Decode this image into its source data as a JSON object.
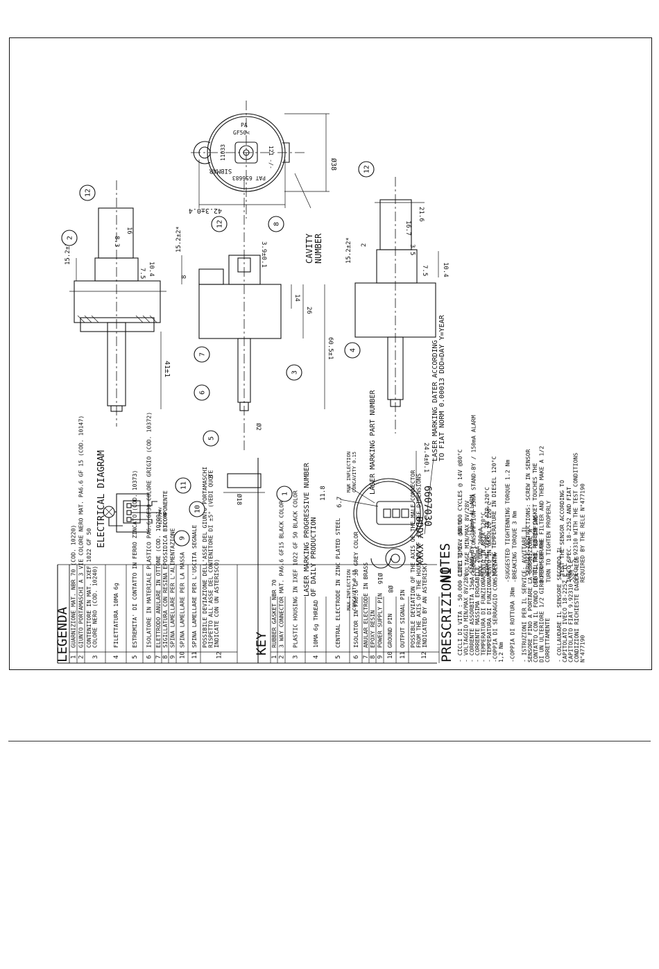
{
  "legenda": {
    "title": "LEGENDA",
    "rows": [
      {
        "n": "1",
        "t": "GUARNIZIONE MAT. NBR 70  (COD. 10220)"
      },
      {
        "n": "2",
        "t": "GIUNTO PORTAMASCHI A 3 VIE  COLORE NERO MAT. PA6.6 GF 15 (COD. 10147)"
      },
      {
        "n": "3",
        "t": "CONTENITORE IN MAT. IXEF 1022 GF 50|COLORE NERO (COD. 10240)"
      },
      {
        "n": "4",
        "t": "FILETTATURA 10MA 6g"
      },
      {
        "n": "5",
        "t": "ESTREMITA' DI CONTATTO IN FERRO ZINCATO (COD. 10373)"
      },
      {
        "n": "6",
        "t": "ISOLATORE IN MATERIALE PLASTICO PA6.6 GF30 COLORE GRIGIO (COD. 10372)"
      },
      {
        "n": "7",
        "t": "ELETTRODO ANULARE IN OTTONE (COD. 10209)"
      },
      {
        "n": "8",
        "t": "SIGILLATURA CON RESINA EPOSSIDICA BICOMPONENTE"
      },
      {
        "n": "9",
        "t": "SPINA LAMELLARE PER L'ALIMENTAZIONE"
      },
      {
        "n": "10",
        "t": "SPINA LAMELLARE PER LA MASSA"
      },
      {
        "n": "11",
        "t": "SPINA LAMELLARE PER L'USCITA SEGNALE"
      },
      {
        "n": "12",
        "t": "POSSIBILE DEVIAZIONE DELL'ASSE DEL GIUNTO PORTAMASCHI|RISPETTO ALL'ASSE DEL CONTENITORE DI ±5° (VEDI QUOTE|INDICATE CON UN ASTERISCO)"
      }
    ]
  },
  "key": {
    "title": "KEY",
    "rows": [
      {
        "n": "1",
        "t": "RUBBER GASKET NBR 70"
      },
      {
        "n": "2",
        "t": "3 WAY CONNECTOR MAT. PA6.6 GF15 BLACK COLOR"
      },
      {
        "n": "3",
        "t": "PLASTIC HOUSING IN IXEF 1022 GF 50 BLACK COLOR"
      },
      {
        "n": "4",
        "t": "10MA 6g THREAD"
      },
      {
        "n": "5",
        "t": "CENTRAL ELECTRODE IN ZINC PLATED STEEL"
      },
      {
        "n": "6",
        "t": "ISOLATOR IN PA6.6 GF 30 GREY COLOR"
      },
      {
        "n": "7",
        "t": "ANULAR ELECTRODE IN BRASS"
      },
      {
        "n": "8",
        "t": "EPOXY RESIN"
      },
      {
        "n": "9",
        "t": "POWER SUPPLY PIN"
      },
      {
        "n": "10",
        "t": "GROUND PIN"
      },
      {
        "n": "11",
        "t": "OUTPUT SIGNAL PIN"
      },
      {
        "n": "12",
        "t": "POSSIBLE DEVIATION OF THE AXIS OF THE MALE CONNECTOR|FROM THE AXIS OF THE HOUSING OF ±5° (SEE DIMENSIONS|INDICATED BY AN ASTERISK)"
      }
    ]
  },
  "prescrizioni": {
    "title": "PRESCRIZIONI",
    "lines": [
      "- CICLI DI VITA : 50.000 CICLI @ 14V @80°C",
      "- VOLTAGGIO MIN/MAX 8V/28V",
      "- CORRENTE ASSORBITA 15mA STAND-BY / 150mA ALLARM",
      "- CORRENTE MASSIMA EROGABILE 200mA",
      "- TEMPERATURA DI FUNZIONAMENTO IN ARIA 120°C",
      "- TEMPERATURA DI FUNZIONAMENTO IN GASOLIO 120°C",
      "-COPPIA DI SERRAGGIO CONSIGLIATA",
      "  1,2 Nm",
      "",
      "-COPPIA DI ROTTURA 3Nm",
      "",
      "- ISTRUZIONI PER IL SERVICE: AVVITARE IL",
      "SENSORE FINO A PORTARE LA GUARNIZIONE A",
      "CONTATTO CON IL FONDO DEL FILTRO, ED INFINE",
      "DI UN ULTERIORE 1/2 GIRO PER SERRARE",
      "CORRETTAMENTE",
      "",
      "- COLLAUDARE IL SENSORE SECONDO IL",
      "CAPITOLATO IVECO 18-2252 E IL",
      "CAPITOLATO FIAT 9.92310 CON LE",
      "CONDIZIONI RICHIESTE DALLA RELE",
      "N°477190"
    ]
  },
  "notes": {
    "title": "NOTES",
    "lines": [
      "- LIFE TIME : 50.000 CYCLES @ 14V @80°C",
      "- VOLTAGE MIN/MAX 8V/28V",
      "- CURRENT CONSUMPTION 15mA STAND-BY / 150mA ALARM",
      "- MAX LOAD 200mA",
      "- WORKING TEMP. IN AIR 120°C",
      "- WORKING TEMPERATURE IN DIESEL 120°C",
      "",
      "-SUGGESTED TIGHTENNING TORQUE 1.2 Nm",
      "-BREAKING TORQUE 3 Nm",
      "",
      "- SERVICE INSTRUCTIONS: SCREW IN SENSOR",
      "UNTIL THE RUBBER GASKET TOUCHES THE",
      "BOTTOM OF THE FILTER AND THEN MAKE A 1/2",
      "TURN TO TIGHTEN PROPERLY",
      "",
      "- TEST THE SENSOR ACCORDING TO",
      "IVECO SPEC. 18-2252 AND FIAT",
      "SPEC. 9.92310 WITH THE TEST CONDITIONS",
      "REQUIRED BY THE RELE N°477190"
    ]
  },
  "diagram": {
    "electrical_title": "ELECTRICAL  DIAGRAM",
    "supply_label": "+12V/24V",
    "key_on": "KEY ON",
    "cavity_number": "CAVITY|NUMBER",
    "laser_progressive": "LASER MARKING PROGRESSIVE NUMBER|OF DAILY PRODUCTION",
    "laser_part": "LASER MARKING PART NUMBER",
    "laser_dater": "LASER MARKING DATER ACCORDING|TO FIAT NORM 0.00013 DDD=DAY Y=YEAR",
    "max_inflection_1": "MAX INFLECTION|CONCAVITY 0.15",
    "max_inflection_2": "MAX INFLECTION|CONCAVITY 0.15",
    "part_number": "6607030",
    "date_code": "DDDY XXXX",
    "logo": "SIBMAR",
    "logo_text_1": "PA",
    "logo_text_2": "GF50<",
    "logo_text_3": "11033",
    "logo_text_4": "PAT 656683",
    "logo_text_5": "121 -/-",
    "dims": {
      "d1": "15.2±2*",
      "d2": "41±1",
      "d3": "16",
      "d4": "8.3",
      "d5": "10.4",
      "d6": "7.5",
      "d7": "Ø38",
      "d8": "42.3±0.4",
      "d9": "15.2±2*",
      "d10": "3.9±0.1",
      "d11": "8",
      "d12": "14",
      "d13": "26",
      "d14": "60.5±1",
      "d15": "Ø2",
      "d16": "Ø18",
      "d17": "3",
      "d18": "15.2±2*",
      "d19": "2",
      "d20": "3.5",
      "d21": "16.7",
      "d22": "21.6",
      "d23": "7.5",
      "d24": "10.4",
      "d25": "24.4±0.1",
      "d26": "11.8",
      "d27": "6.7",
      "d28": "Ø16",
      "d29": "Ø8"
    },
    "balloons": [
      "1",
      "2",
      "3",
      "4",
      "5",
      "6",
      "7",
      "8",
      "9",
      "10",
      "11",
      "12"
    ]
  }
}
